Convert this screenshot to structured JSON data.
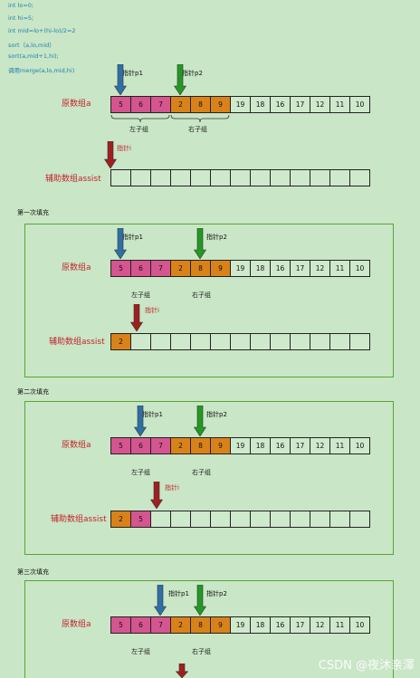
{
  "code_lines": [
    "int lo=0;",
    "int hi=5;",
    "int mid=lo+(hi-lo)/2=2",
    "sort（a,lo,mid）",
    "sort(a,mid+1,hi);",
    "调用merge(a,lo,mid,hi)"
  ],
  "labels": {
    "original": "原数组a",
    "assist": "辅助数组assist",
    "left_sub": "左子组",
    "right_sub": "右子组",
    "p1": "指针p1",
    "p2": "指针p2",
    "pi": "指针i"
  },
  "array_values": [
    "5",
    "6",
    "7",
    "2",
    "8",
    "9",
    "19",
    "18",
    "16",
    "17",
    "12",
    "11",
    "10"
  ],
  "section_titles": [
    "第一次填充",
    "第二次填充",
    "第三次填充"
  ],
  "assist_stage0": [
    "",
    "",
    "",
    "",
    "",
    "",
    "",
    "",
    "",
    "",
    "",
    "",
    ""
  ],
  "assist_stage1": [
    "2",
    "",
    "",
    "",
    "",
    "",
    "",
    "",
    "",
    "",
    "",
    "",
    ""
  ],
  "assist_stage2": [
    "2",
    "5",
    "",
    "",
    "",
    "",
    "",
    "",
    "",
    "",
    "",
    "",
    ""
  ],
  "watermark": "CSDN @夜沐亲澤",
  "colors": {
    "left_group": "#d4558f",
    "right_group": "#d9821a",
    "empty": "#cfe9cc",
    "arrow_p1": "#2f6fa6",
    "arrow_p2": "#229922",
    "arrow_i": "#a01f1f"
  }
}
